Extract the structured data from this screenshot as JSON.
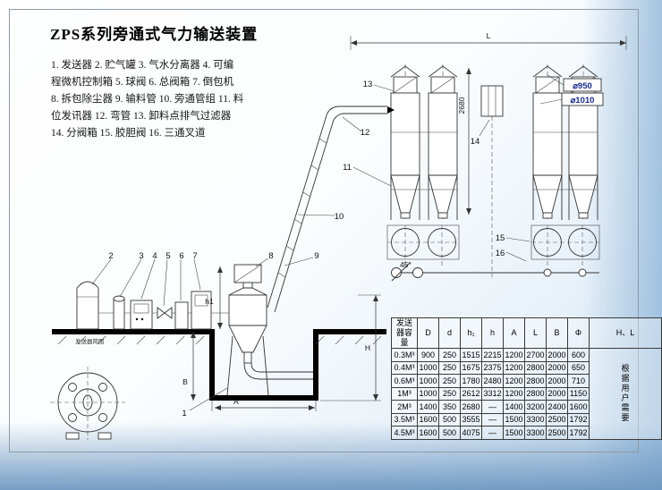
{
  "title": "ZPS系列旁通式气力输送装置",
  "legend_lines": [
    "1. 发送器  2. 贮气罐  3. 气水分离器  4. 可编",
    "程微机控制箱  5. 球阀  6. 总阀箱  7. 倒包机",
    "8. 拆包除尘器  9. 输料管  10. 旁通管组  11. 料",
    "位发讯器  12. 弯管  13. 卸料点排气过滤器",
    "14. 分阀箱  15. 胶胆阀  16. 三通叉道"
  ],
  "drawing": {
    "callouts": {
      "c1": "1",
      "c2": "2",
      "c3": "3",
      "c4": "4",
      "c5": "5",
      "c6": "6",
      "c7": "7",
      "c8": "8",
      "c9": "9",
      "c10": "10",
      "c11": "11",
      "c12": "12",
      "c13": "13",
      "c14": "14",
      "c15": "15",
      "c16": "16"
    },
    "dims": {
      "L": "L",
      "d2680": "2680",
      "phi950": "⌀950",
      "phi1010": "⌀1010",
      "angle45": "45°",
      "h1": "h1",
      "A": "A",
      "B": "B",
      "H": "H"
    },
    "small_label": "发送器简图"
  },
  "table": {
    "col_headers": [
      "发送器容量",
      "D",
      "d",
      "h₁",
      "h",
      "A",
      "L",
      "B",
      "Φ",
      "H、L"
    ],
    "rows": [
      [
        "0.3M³",
        "900",
        "250",
        "1515",
        "2215",
        "1200",
        "2700",
        "2000",
        "600"
      ],
      [
        "0.4M³",
        "1000",
        "250",
        "1675",
        "2375",
        "1200",
        "2800",
        "2000",
        "650"
      ],
      [
        "0.6M³",
        "1000",
        "250",
        "1780",
        "2480",
        "1200",
        "2800",
        "2000",
        "710"
      ],
      [
        "1M³",
        "1000",
        "250",
        "2612",
        "3312",
        "1200",
        "2800",
        "2000",
        "1150"
      ],
      [
        "2M³",
        "1400",
        "350",
        "2680",
        "—",
        "1400",
        "3200",
        "2400",
        "1600"
      ],
      [
        "3.5M³",
        "1600",
        "500",
        "3555",
        "—",
        "1500",
        "3300",
        "2500",
        "1792"
      ],
      [
        "4.5M³",
        "1600",
        "500",
        "4075",
        "—",
        "1500",
        "3300",
        "2500",
        "1792"
      ]
    ],
    "side_note": "根据用户需要"
  },
  "colors": {
    "line": "#333333",
    "phi_label_text": "#1a2a8c",
    "background_blue": "#a9c9e4"
  }
}
